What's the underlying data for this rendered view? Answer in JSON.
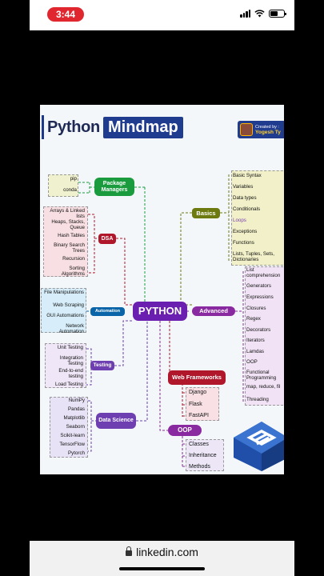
{
  "status": {
    "time": "3:44"
  },
  "mindmap": {
    "title_dark": "Python",
    "title_box": "Mindmap",
    "credit_label": "Created by :",
    "credit_name": "Yogesh Ty",
    "center": "PYTHON",
    "categories": {
      "package_managers": "Package Managers",
      "dsa": "DSA",
      "automation": "Automation",
      "testing": "Testing",
      "data_science": "Data Science",
      "basics": "Basics",
      "advanced": "Advanced",
      "web_frameworks": "Web Frameworks",
      "oop": "OOP"
    },
    "package_managers": [
      "pip",
      "conda"
    ],
    "dsa": [
      "Arrays & Linked lists",
      "Heaps, Stacks, Queue",
      "Hash Tables",
      "Binary Search Trees",
      "Recursion",
      "Sorting Algorithms"
    ],
    "automation": [
      "File Manipulations",
      "Web Scraping",
      "GUI Automations",
      "Network Automation"
    ],
    "testing": [
      "Unit Testing",
      "Integration Testing",
      "End-to-end testing",
      "Load Testing"
    ],
    "data_science": [
      "NumPy",
      "Pandas",
      "Matplotlib",
      "Seaborn",
      "Scikit-learn",
      "TensorFlow",
      "Pytorch"
    ],
    "basics": [
      "Basic Syntax",
      "Variables",
      "Data types",
      "Conditionals",
      "Loops",
      "Exceptions",
      "Functions",
      "Lists, Tuples, Sets, Dictionaries"
    ],
    "advanced": [
      "List comprehension",
      "Generators",
      "Expressions",
      "Closures",
      "Regex",
      "Decorators",
      "Iterators",
      "Lamdas",
      "OOP",
      "Functional Programming",
      "map, reduce, fil",
      "Threading"
    ],
    "web_frameworks": [
      "Django",
      "Flask",
      "FastAPI"
    ],
    "oop": [
      "Classes",
      "Inheritance",
      "Methods"
    ]
  },
  "browser": {
    "url": "linkedin.com"
  }
}
